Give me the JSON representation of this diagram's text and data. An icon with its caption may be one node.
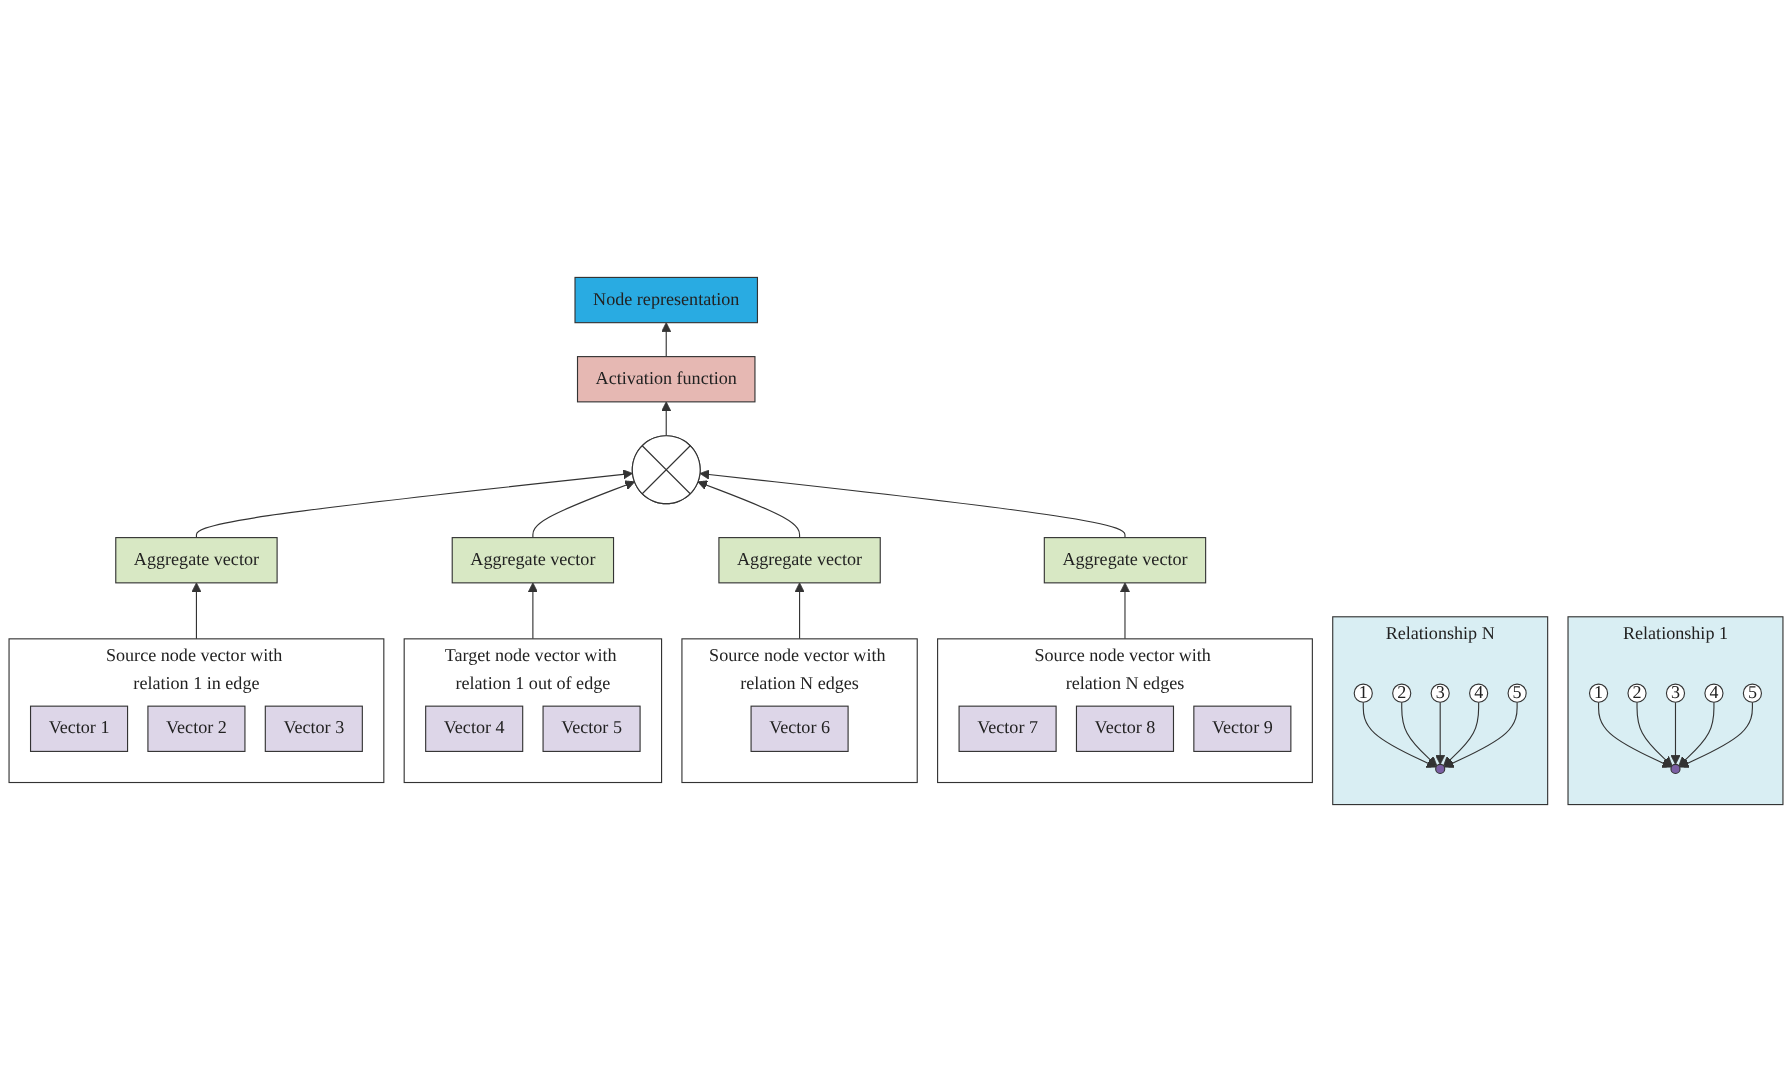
{
  "diagram": {
    "nodes": [
      {
        "text": [
          "Relationship 1"
        ]
      },
      {
        "text": [
          "1"
        ],
        "in": 0
      },
      {
        "text": [
          "2"
        ],
        "in": 0
      },
      {
        "text": [
          "3"
        ],
        "in": 0
      },
      {
        "text": [
          "4"
        ],
        "in": 0
      },
      {
        "text": [
          "5"
        ],
        "in": 0
      },
      {
        "text": [],
        "shape": "circle",
        "in": 0
      },
      {
        "text": [
          "Relationship N"
        ]
      },
      {
        "text": [
          "1"
        ],
        "in": 7
      },
      {
        "text": [
          "2"
        ],
        "in": 7
      },
      {
        "text": [
          "3"
        ],
        "in": 7
      },
      {
        "text": [
          "4"
        ],
        "in": 7
      },
      {
        "text": [
          "5"
        ],
        "in": 7
      },
      {
        "text": [],
        "shape": "circle",
        "in": 7
      },
      {
        "text": [
          "Node representation"
        ]
      },
      {
        "text": [
          "Activation function"
        ]
      },
      {
        "text": [],
        "shape": "circle"
      },
      {
        "text": [
          "Aggregate vector"
        ]
      },
      {
        "text": [
          "Aggregate vector"
        ]
      },
      {
        "text": [
          "Aggregate vector"
        ]
      },
      {
        "text": [
          "Aggregate vector"
        ]
      },
      {
        "text": [
          "Source node vector with relation 1 in edge"
        ]
      },
      {
        "text": [
          "Vector 1"
        ],
        "in": 21
      },
      {
        "text": [
          "Vector 2"
        ],
        "in": 21
      },
      {
        "text": [
          "Vector 3"
        ],
        "in": 21
      },
      {
        "text": [
          "Target node vector with relation 1 out of edge"
        ]
      },
      {
        "text": [
          "Vector 4"
        ],
        "in": 25
      },
      {
        "text": [
          "Vector 5"
        ],
        "in": 25
      },
      {
        "text": [
          "Source node vector with relation N edges"
        ]
      },
      {
        "text": [
          "Vector 6"
        ],
        "in": 28
      },
      {
        "text": [
          "Source node vector with relation N edges"
        ]
      },
      {
        "text": [
          "Vector 7"
        ],
        "in": 30
      },
      {
        "text": [
          "Vector 8"
        ],
        "in": 30
      },
      {
        "text": [
          "Vector 9"
        ],
        "in": 30
      }
    ],
    "edges": [
      {
        "from": 1,
        "to": 6,
        "arrow": "to"
      },
      {
        "from": 2,
        "to": 6,
        "arrow": "to"
      },
      {
        "from": 3,
        "to": 6,
        "arrow": "to"
      },
      {
        "from": 4,
        "to": 6,
        "arrow": "to"
      },
      {
        "from": 5,
        "to": 6,
        "arrow": "to"
      },
      {
        "from": 8,
        "to": 13,
        "arrow": "to"
      },
      {
        "from": 9,
        "to": 13,
        "arrow": "to"
      },
      {
        "from": 10,
        "to": 13,
        "arrow": "to"
      },
      {
        "from": 11,
        "to": 13,
        "arrow": "to"
      },
      {
        "from": 12,
        "to": 13,
        "arrow": "to"
      },
      {
        "from": 16,
        "to": 15,
        "arrow": "to"
      },
      {
        "from": 15,
        "to": 14,
        "arrow": "to"
      },
      {
        "from": 17,
        "to": 16,
        "arrow": "to"
      },
      {
        "from": 18,
        "to": 16,
        "arrow": "to"
      },
      {
        "from": 19,
        "to": 16,
        "arrow": "to"
      },
      {
        "from": 20,
        "to": 16,
        "arrow": "to"
      },
      {
        "from": 21,
        "to": 17,
        "arrow": "to"
      },
      {
        "from": 25,
        "to": 18,
        "arrow": "to"
      },
      {
        "from": 28,
        "to": 19,
        "arrow": "to"
      },
      {
        "from": 30,
        "to": 20,
        "arrow": "to"
      }
    ]
  }
}
